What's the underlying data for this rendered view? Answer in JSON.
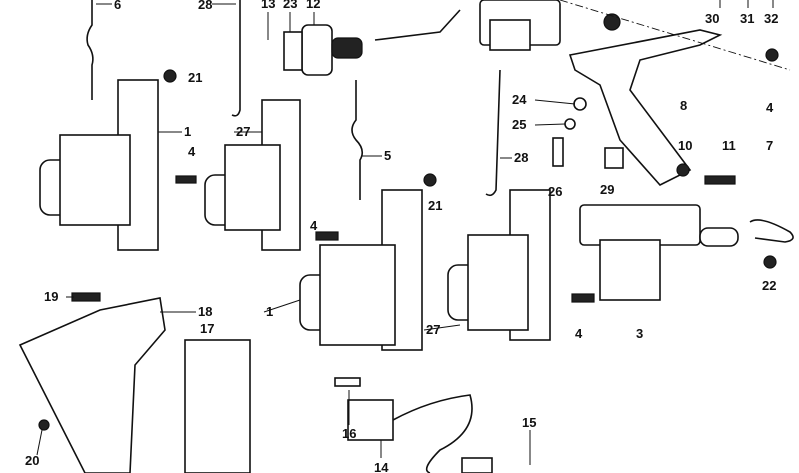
{
  "diagram": {
    "callouts": [
      "6",
      "28",
      "13",
      "23",
      "12",
      "30",
      "31",
      "32",
      "21",
      "1",
      "4",
      "27",
      "5",
      "28",
      "21",
      "4",
      "24",
      "25",
      "8",
      "4",
      "10",
      "11",
      "7",
      "26",
      "29",
      "22",
      "19",
      "18",
      "17",
      "1",
      "27",
      "4",
      "3",
      "16",
      "15",
      "14",
      "20"
    ]
  }
}
